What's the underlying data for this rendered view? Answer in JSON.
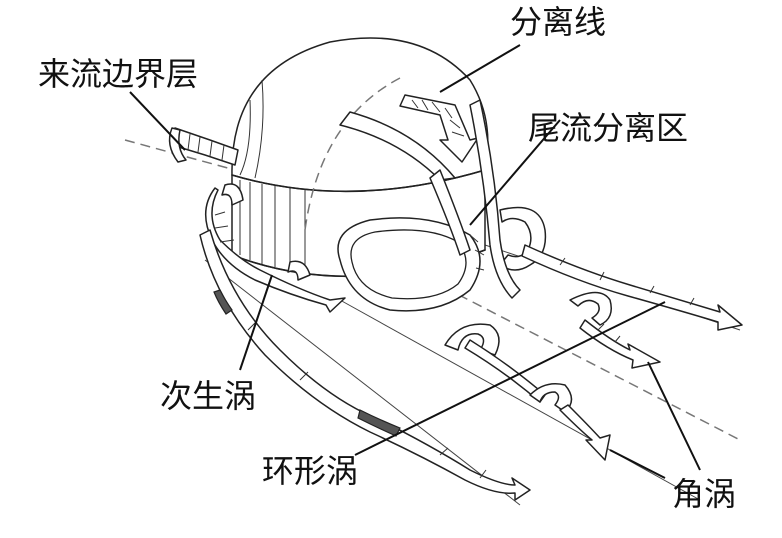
{
  "labels": {
    "separation_line": "分离线",
    "incoming_boundary_layer": "来流边界层",
    "wake_separation_zone": "尾流分离区",
    "secondary_vortex": "次生涡",
    "ring_vortex": "环形涡",
    "corner_vortex": "角涡"
  }
}
